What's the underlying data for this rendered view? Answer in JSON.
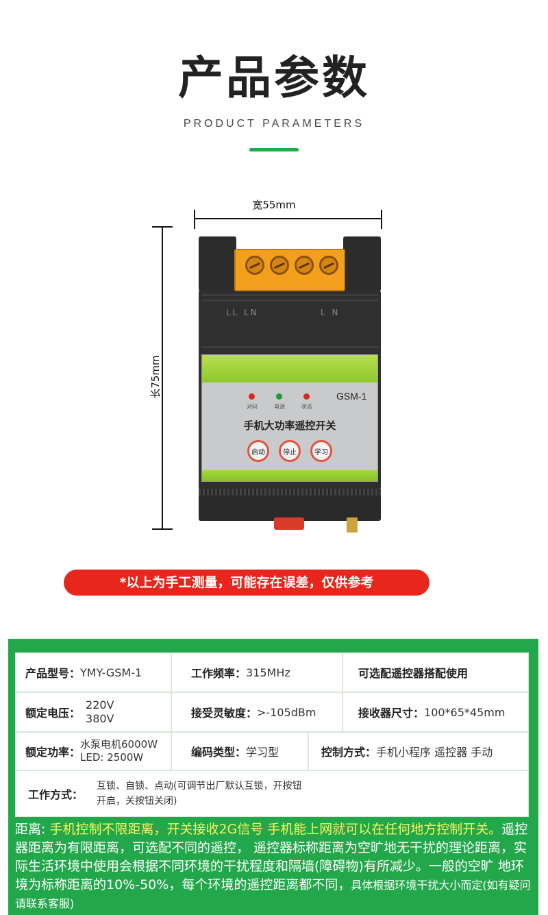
{
  "header": {
    "title": "产品参数",
    "subtitle": "PRODUCT PARAMETERS"
  },
  "dimensions": {
    "width_label": "宽55mm",
    "length_label": "长75mm"
  },
  "device": {
    "terminal_left_labels": "LL LN",
    "terminal_right_labels": "L N",
    "led_labels": [
      "对码",
      "电源",
      "状态"
    ],
    "led_colors": [
      "#d8281e",
      "#1f9a3c",
      "#d8281e"
    ],
    "model": "GSM-1",
    "panel_title": "手机大功率遥控开关",
    "buttons": [
      "启动",
      "停止",
      "学习"
    ]
  },
  "note": "*以上为手工测量，可能存在误差，仅供参考",
  "specs": {
    "model": {
      "key": "产品型号：",
      "value": "YMY-GSM-1"
    },
    "frequency": {
      "key": "工作频率：",
      "value": "315MHz"
    },
    "remote": {
      "key": "可选配遥控器搭配使用"
    },
    "voltage": {
      "key": "额定电压：",
      "value_1": "220V",
      "value_2": "380V"
    },
    "sensitivity": {
      "key": "接受灵敏度：",
      "value": ">-105dBm"
    },
    "size": {
      "key": "接收器尺寸：",
      "value": "100*65*45mm"
    },
    "power": {
      "key": "额定功率：",
      "value_1": "水泵电机6000W",
      "value_2": "LED: 2500W"
    },
    "coding": {
      "key": "编码类型：",
      "value": "学习型"
    },
    "control": {
      "key": "控制方式：",
      "value": "手机小程序 遥控器 手动"
    },
    "mode": {
      "key": "工作方式：",
      "value_1": "互锁、自锁、点动(可调节出厂默认互锁，开按钮",
      "value_2": "开启，关按钮关闭)"
    }
  },
  "description": {
    "prefix": "距离: ",
    "highlight": "手机控制不限距离，开关接收2G信号 手机能上网就可以在任何地方控制开关。",
    "body": "遥控器距离为有限距离，可选配不同的遥控， 遥控器标称距离为空旷地无干扰的理论距离，实际生活环境中使用会根据不同环境的干扰程度和隔墙(障碍物)有所减少。一般的空旷 地环境为标称距离的10%-50%，每个环境的遥控距离都不同，",
    "tail": "具体根据环境干扰大小而定(如有疑问请联系客服)"
  }
}
